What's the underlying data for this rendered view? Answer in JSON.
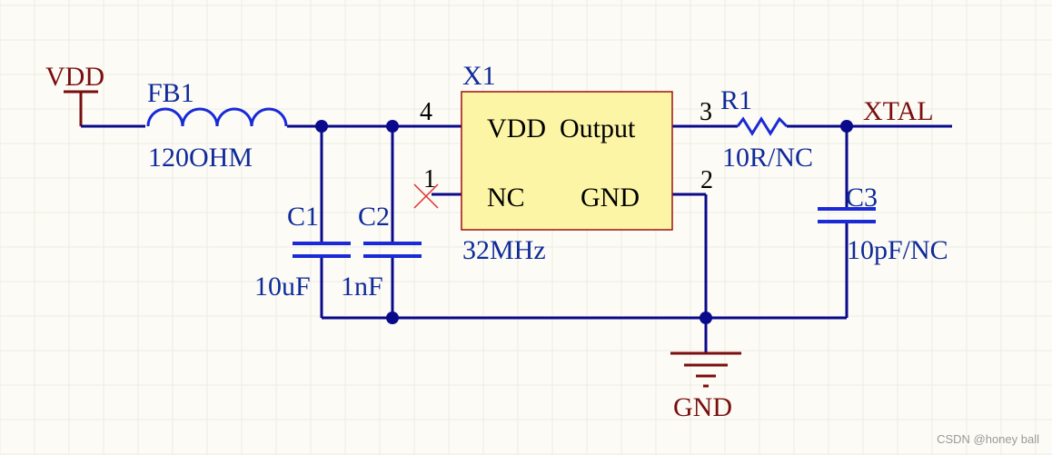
{
  "schematic": {
    "power_label": "VDD",
    "ground_label": "GND",
    "output_net_label": "XTAL",
    "ferrite": {
      "designator": "FB1",
      "value": "120OHM"
    },
    "capacitors": [
      {
        "designator": "C1",
        "value": "10uF"
      },
      {
        "designator": "C2",
        "value": "1nF"
      },
      {
        "designator": "C3",
        "value": "10pF/NC"
      }
    ],
    "resistor": {
      "designator": "R1",
      "value": "10R/NC"
    },
    "oscillator": {
      "designator": "X1",
      "value": "32MHz",
      "pins": {
        "vdd": {
          "number": "4",
          "name": "VDD"
        },
        "nc": {
          "number": "1",
          "name": "NC"
        },
        "output": {
          "number": "3",
          "name": "Output"
        },
        "gnd": {
          "number": "2",
          "name": "GND"
        }
      }
    }
  },
  "watermark": "CSDN @honey ball",
  "colors": {
    "wire": "#0a0a8c",
    "component": "#1a2ad6",
    "power_symbol": "#7a0e0e",
    "chip_fill": "#fdf5a6",
    "chip_border": "#a01010",
    "grid": "#ecebe3",
    "no_connect": "#e03030"
  }
}
